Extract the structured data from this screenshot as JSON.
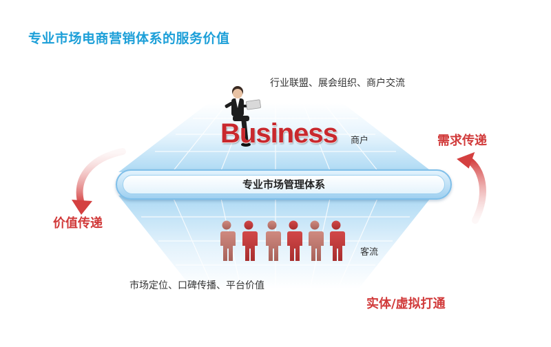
{
  "title": "专业市场电商营销体系的服务价值",
  "top_note": "行业联盟、展会组织、商户交流",
  "bottom_note": "市场定位、口碑传播、平台价值",
  "business_word": "Business",
  "merchant_label": "商户",
  "traffic_label": "客流",
  "center_bar_label": "专业市场管理体系",
  "demand_label": "需求传递",
  "value_label": "价值传递",
  "channel_label": "实体/虚拟打通",
  "colors": {
    "title": "#1c9fd8",
    "accent_red": "#d13a3a",
    "panel_blue": "#bfe1f7",
    "figure_dark": "#b84040",
    "figure_light": "#c98077"
  }
}
